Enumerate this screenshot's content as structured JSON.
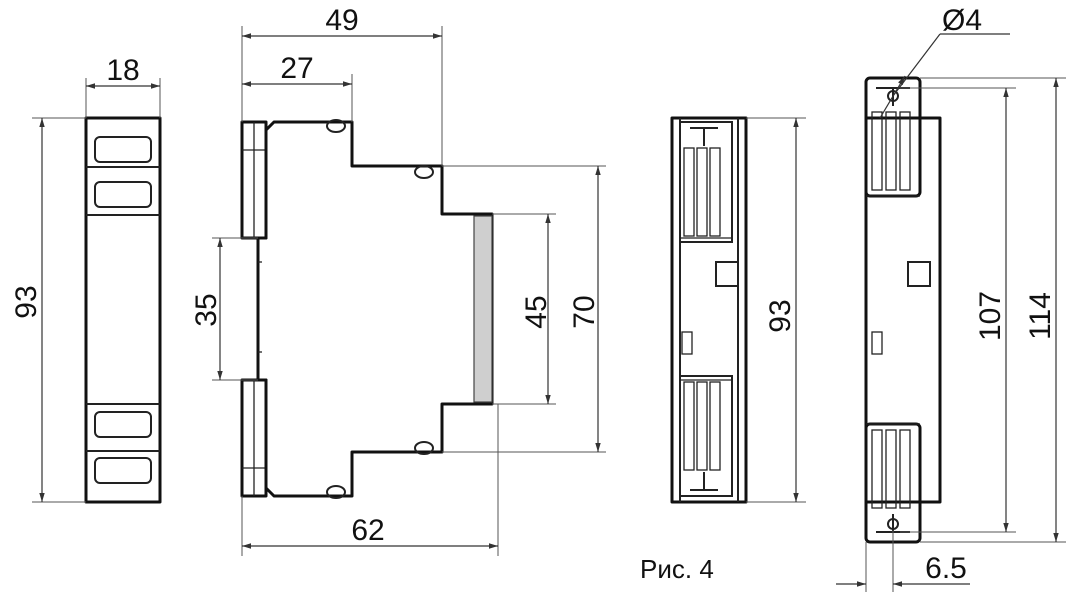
{
  "dimensions": {
    "front_width": "18",
    "front_height": "93",
    "side_top_total": "49",
    "side_top_inner": "27",
    "side_rail": "35",
    "side_mid": "45",
    "side_height": "70",
    "side_depth": "62",
    "rear_height": "93",
    "hole_diameter": "Ø4",
    "mount_inner": "107",
    "mount_total": "114",
    "mount_offset": "6.5"
  },
  "caption": "Рис. 4"
}
